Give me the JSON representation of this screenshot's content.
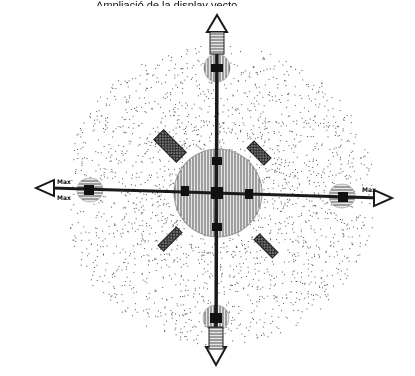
{
  "caption": {
    "text": "Ampliació de la display vecto"
  },
  "diagram": {
    "axis_labels": {
      "left_top": "Max",
      "left_bottom": "Max",
      "right_top": "Max"
    },
    "colors": {
      "ink": "#1a1a1a",
      "scatter": "#555555",
      "hatch_fill": "#9a9a9a",
      "background": "#ffffff"
    }
  }
}
